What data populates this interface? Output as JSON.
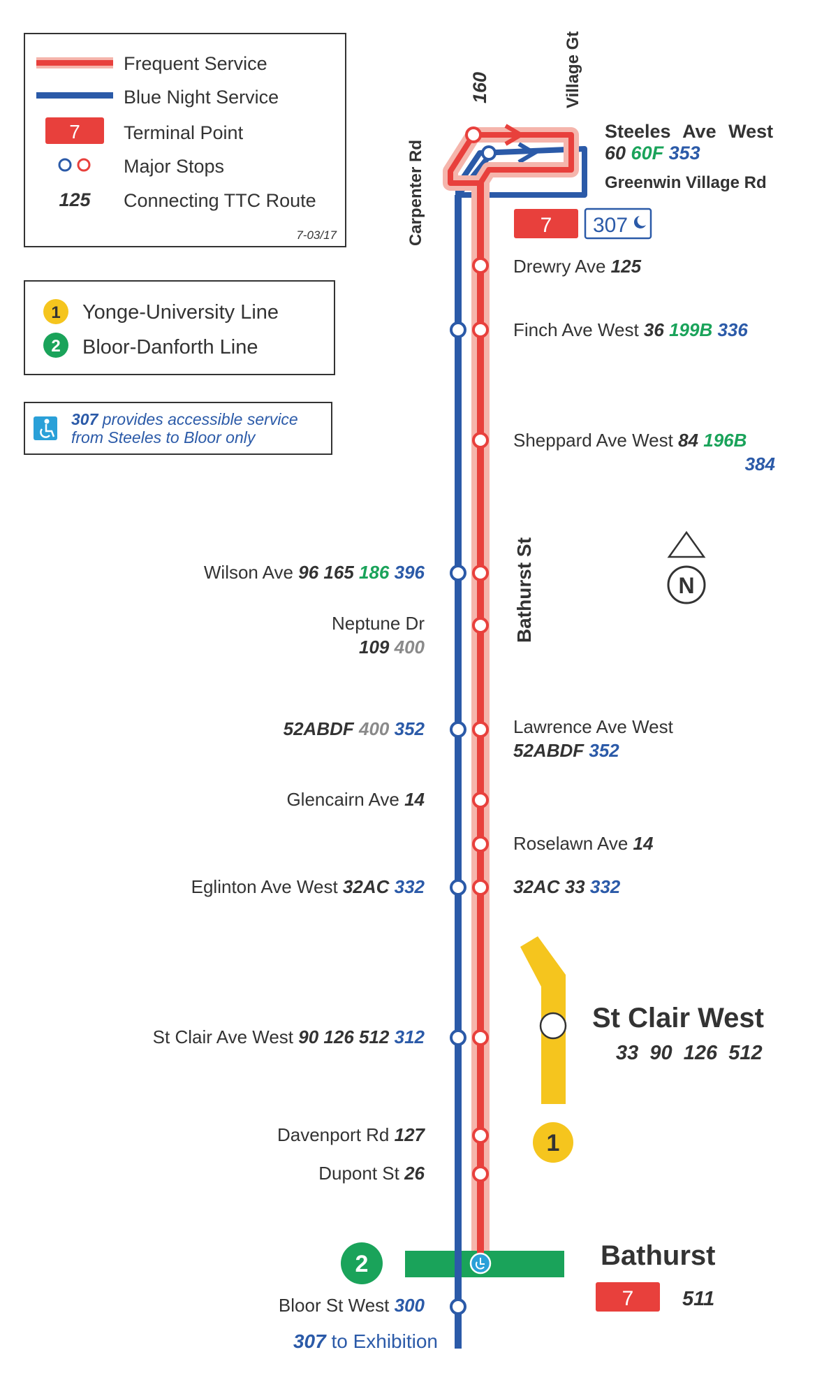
{
  "legend": {
    "frequent": "Frequent Service",
    "blue_night": "Blue Night Service",
    "terminal_badge": "7",
    "terminal": "Terminal Point",
    "major_stops": "Major Stops",
    "connecting_sample": "125",
    "connecting": "Connecting TTC Route",
    "date": "7-03/17"
  },
  "subway_legend": {
    "line1_num": "1",
    "line1": "Yonge-University Line",
    "line2_num": "2",
    "line2": "Bloor-Danforth Line"
  },
  "accessible_note": {
    "route": "307",
    "line1_rest": " provides accessible service",
    "line2": "from Steeles to Bloor only"
  },
  "streets": {
    "carpenter": "Carpenter Rd",
    "r160": "160",
    "village": "Village Gt",
    "bathurst": "Bathurst St"
  },
  "north": "N",
  "terminal": {
    "name": "Steeles Ave West",
    "routes": [
      {
        "num": "60",
        "color": "#333333"
      },
      {
        "num": "60F",
        "color": "#1aa35a"
      },
      {
        "num": "353",
        "color": "#2b5aa8"
      }
    ],
    "road": "Greenwin Village Rd",
    "badge": "7",
    "night_badge": "307"
  },
  "stops": {
    "drewry": {
      "name": "Drewry Ave",
      "routes": [
        {
          "num": "125",
          "color": "#333333"
        }
      ]
    },
    "finch": {
      "name": "Finch Ave West",
      "routes": [
        {
          "num": "36",
          "color": "#333333"
        },
        {
          "num": "199B",
          "color": "#1aa35a"
        },
        {
          "num": "336",
          "color": "#2b5aa8"
        }
      ]
    },
    "sheppard": {
      "name": "Sheppard Ave West",
      "routes": [
        {
          "num": "84",
          "color": "#333333"
        },
        {
          "num": "196B",
          "color": "#1aa35a"
        },
        {
          "num": "384",
          "color": "#2b5aa8"
        }
      ]
    },
    "wilson": {
      "name": "Wilson Ave",
      "routes": [
        {
          "num": "96",
          "color": "#333333"
        },
        {
          "num": "165",
          "color": "#333333"
        },
        {
          "num": "186",
          "color": "#1aa35a"
        },
        {
          "num": "396",
          "color": "#2b5aa8"
        }
      ]
    },
    "neptune": {
      "name": "Neptune Dr",
      "routes": [
        {
          "num": "109",
          "color": "#333333"
        },
        {
          "num": "400",
          "color": "#8a8a8a"
        }
      ]
    },
    "lawrence": {
      "name": "Lawrence Ave West",
      "routes": [
        {
          "num": "52ABDF",
          "color": "#333333"
        },
        {
          "num": "352",
          "color": "#2b5aa8"
        }
      ],
      "left_routes": [
        {
          "num": "52ABDF",
          "color": "#333333"
        },
        {
          "num": "400",
          "color": "#8a8a8a"
        },
        {
          "num": "352",
          "color": "#2b5aa8"
        }
      ]
    },
    "glencairn": {
      "name": "Glencairn Ave",
      "routes": [
        {
          "num": "14",
          "color": "#333333"
        }
      ]
    },
    "roselawn": {
      "name": "Roselawn Ave",
      "routes": [
        {
          "num": "14",
          "color": "#333333"
        }
      ]
    },
    "eglinton": {
      "name": "Eglinton Ave West",
      "routes": [
        {
          "num": "32AC",
          "color": "#333333"
        },
        {
          "num": "332",
          "color": "#2b5aa8"
        }
      ],
      "right_routes": [
        {
          "num": "32AC",
          "color": "#333333"
        },
        {
          "num": "33",
          "color": "#333333"
        },
        {
          "num": "332",
          "color": "#2b5aa8"
        }
      ]
    },
    "stclair": {
      "name": "St Clair Ave West",
      "routes": [
        {
          "num": "90",
          "color": "#333333"
        },
        {
          "num": "126",
          "color": "#333333"
        },
        {
          "num": "512",
          "color": "#333333"
        },
        {
          "num": "312",
          "color": "#2b5aa8"
        }
      ]
    },
    "davenport": {
      "name": "Davenport Rd",
      "routes": [
        {
          "num": "127",
          "color": "#333333"
        }
      ]
    },
    "dupont": {
      "name": "Dupont St",
      "routes": [
        {
          "num": "26",
          "color": "#333333"
        }
      ]
    },
    "bloor": {
      "name": "Bloor St West",
      "routes": [
        {
          "num": "300",
          "color": "#2b5aa8"
        }
      ]
    }
  },
  "stations": {
    "stclair": {
      "name": "St Clair West",
      "routes": "33  90  126  512",
      "line": "1"
    },
    "bathurst": {
      "name": "Bathurst",
      "badge": "7",
      "routes": "511",
      "line": "2"
    }
  },
  "exhibition": {
    "route": "307",
    "text": " to Exhibition"
  },
  "colors": {
    "red": "#e8403c",
    "red_light": "#f5b5ac",
    "blue": "#2b5aa8",
    "yellow": "#f5c51e",
    "green": "#1aa35a",
    "dark": "#333333"
  }
}
